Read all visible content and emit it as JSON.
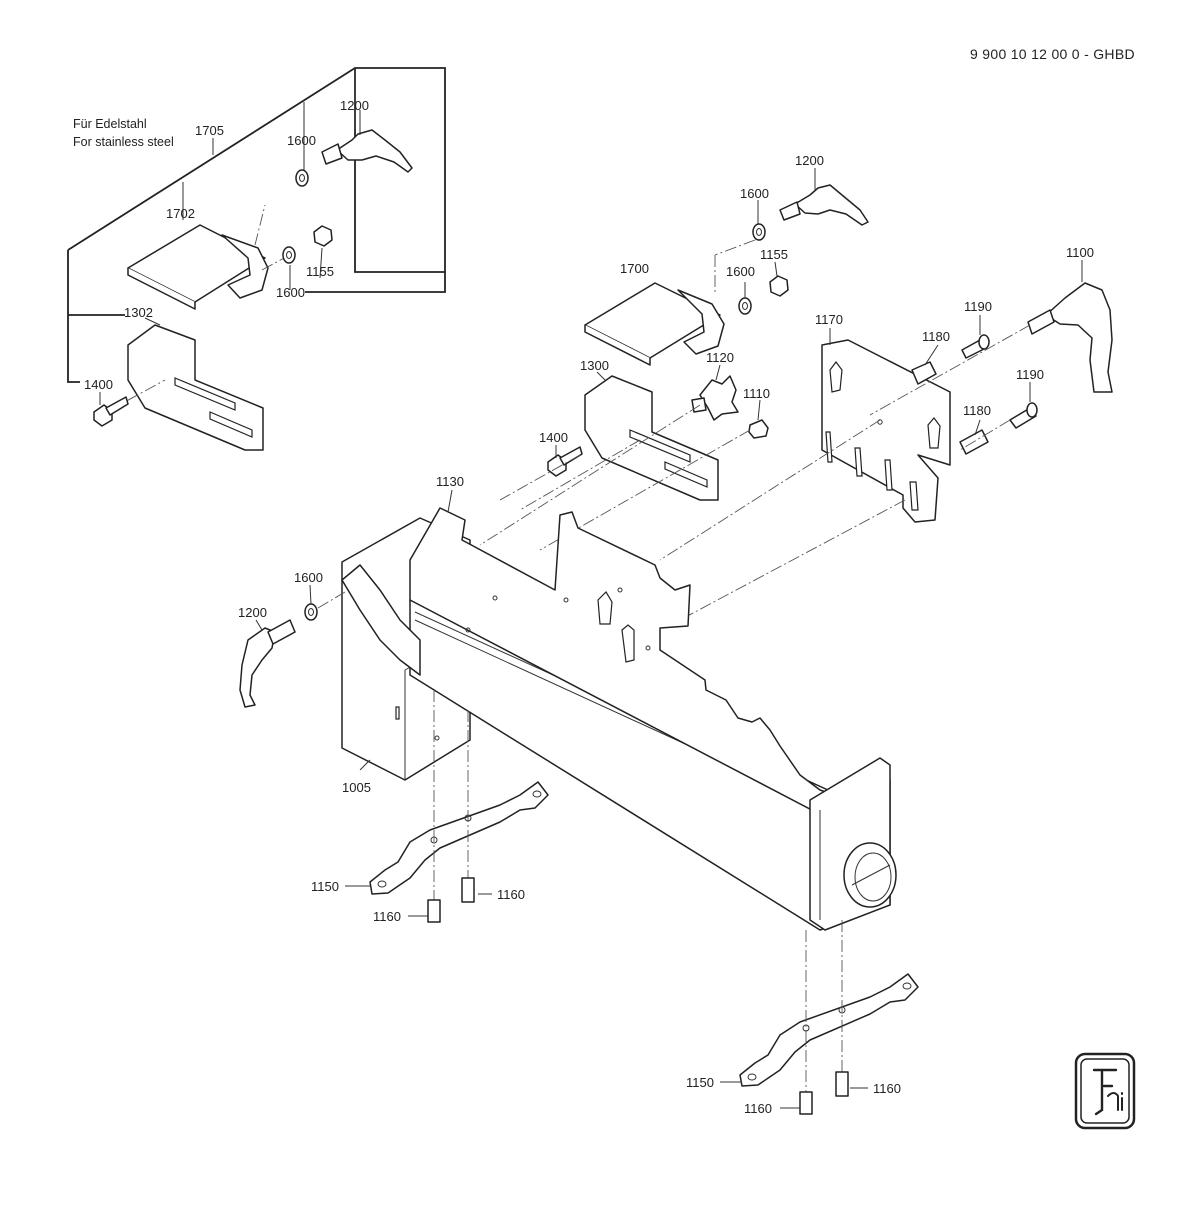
{
  "document": {
    "code": "9 900 10 12 00 0 - GHBD",
    "note_de": "Für Edelstahl",
    "note_en": "For stainless steel",
    "logo_text": "Fein"
  },
  "labels": {
    "p1005": "1005",
    "p1100": "1100",
    "p1110": "1110",
    "p1120": "1120",
    "p1130": "1130",
    "p1150a": "1150",
    "p1150b": "1150",
    "p1155a": "1155",
    "p1155b": "1155",
    "p1160a": "1160",
    "p1160b": "1160",
    "p1160c": "1160",
    "p1160d": "1160",
    "p1170": "1170",
    "p1180a": "1180",
    "p1180b": "1180",
    "p1190a": "1190",
    "p1190b": "1190",
    "p1200a": "1200",
    "p1200b": "1200",
    "p1200c": "1200",
    "p1300": "1300",
    "p1302": "1302",
    "p1400a": "1400",
    "p1400b": "1400",
    "p1600a": "1600",
    "p1600b": "1600",
    "p1600c": "1600",
    "p1600d": "1600",
    "p1600e": "1600",
    "p1700": "1700",
    "p1702": "1702",
    "p1705": "1705"
  }
}
